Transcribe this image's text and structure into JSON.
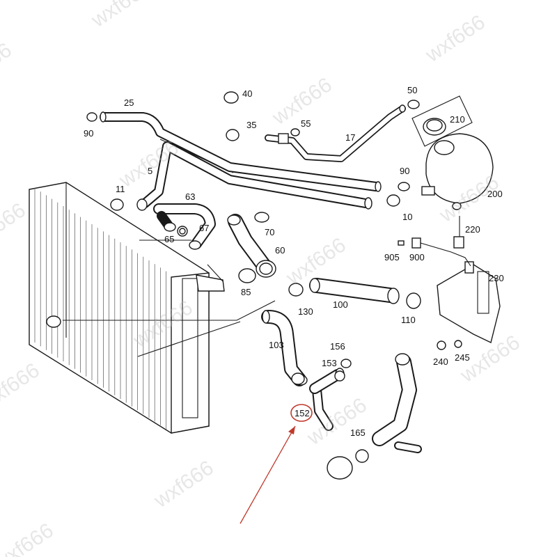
{
  "watermark": "wxf666",
  "colors": {
    "line": "#1a1a1a",
    "highlight": "#c0392b",
    "watermark": "#b9b9b9"
  },
  "labels": {
    "p5": "5",
    "p10": "10",
    "p11": "11",
    "p17": "17",
    "p25": "25",
    "p35": "35",
    "p40": "40",
    "p50": "50",
    "p55": "55",
    "p60": "60",
    "p63": "63",
    "p65": "65",
    "p67": "67",
    "p70": "70",
    "p85": "85",
    "p90a": "90",
    "p90b": "90",
    "p100": "100",
    "p103": "103",
    "p110": "110",
    "p130": "130",
    "p152": "152",
    "p153": "153",
    "p156": "156",
    "p165": "165",
    "p200": "200",
    "p210": "210",
    "p220": "220",
    "p230": "230",
    "p240": "240",
    "p245": "245",
    "p900": "900",
    "p905": "905"
  },
  "highlighted_part": "152"
}
